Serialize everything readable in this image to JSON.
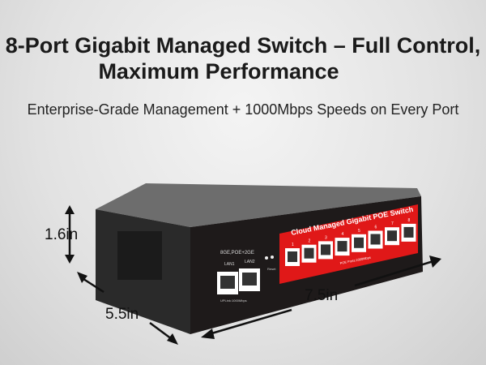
{
  "headline": {
    "line1": "8-Port Gigabit Managed Switch – Full Control,",
    "line2": "Maximum Performance"
  },
  "subheadline": "Enterprise-Grade Management + 1000Mbps Speeds on Every Port",
  "dimensions": {
    "height": "1.6in",
    "depth": "5.5in",
    "width": "7.5in"
  },
  "device": {
    "panel_title": "Cloud Managed Gigabit POE Switch",
    "model_label": "8GE,POE+2GE",
    "lan_labels": [
      "LAN1",
      "LAN2"
    ],
    "uplink_label": "UPLink:1000Mbps",
    "poe_label": "POE Ports:1000Mbps",
    "port_numbers": [
      "1",
      "2",
      "3",
      "4",
      "5",
      "6",
      "7",
      "8"
    ],
    "reset_label": "Reset",
    "accent": "#e01818"
  }
}
